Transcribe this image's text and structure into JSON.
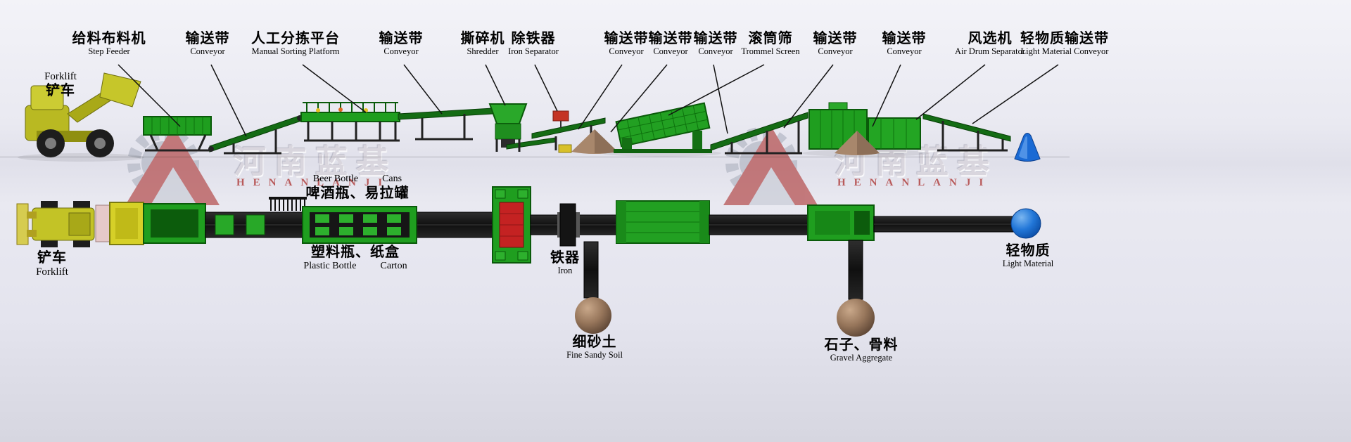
{
  "watermark": {
    "zh": "河南蓝基",
    "en": "HENANLANJI"
  },
  "callouts": [
    {
      "zh": "给料布料机",
      "en": "Step Feeder"
    },
    {
      "en": "Forklift",
      "zh": "铲车"
    },
    {
      "zh": "输送带",
      "en": "Conveyor"
    },
    {
      "zh": "人工分拣平台",
      "en": "Manual Sorting Platform"
    },
    {
      "zh": "输送带",
      "en": "Conveyor"
    },
    {
      "zh": "撕碎机",
      "en": "Shredder"
    },
    {
      "zh": "除铁器",
      "en": "Iron Separator"
    },
    {
      "zh": "输送带",
      "en": "Conveyor"
    },
    {
      "zh": "输送带",
      "en": "Conveyor"
    },
    {
      "zh": "输送带",
      "en": "Conveyor"
    },
    {
      "zh": "滚筒筛",
      "en": "Trommel Screen"
    },
    {
      "zh": "输送带",
      "en": "Conveyor"
    },
    {
      "zh": "输送带",
      "en": "Conveyor"
    },
    {
      "zh": "风选机",
      "en": "Air Drum Separator"
    },
    {
      "zh": "轻物质输送带",
      "en": "Light Material Conveyor"
    }
  ],
  "outputs": {
    "beer": {
      "en1": "Beer Bottle",
      "en2": "Cans",
      "zh": "啤酒瓶、易拉罐"
    },
    "forklift": {
      "zh": "铲车",
      "en": "Forklift"
    },
    "plastic": {
      "zh": "塑料瓶、纸盒",
      "en1": "Plastic Bottle",
      "en2": "Carton"
    },
    "iron": {
      "zh": "铁器",
      "en": "Iron"
    },
    "fine_sand": {
      "zh": "细砂土",
      "en": "Fine Sandy Soil"
    },
    "gravel": {
      "zh": "石子、骨料",
      "en": "Gravel Aggregate"
    },
    "light_material": {
      "zh": "轻物质",
      "en": "Light Material"
    }
  }
}
